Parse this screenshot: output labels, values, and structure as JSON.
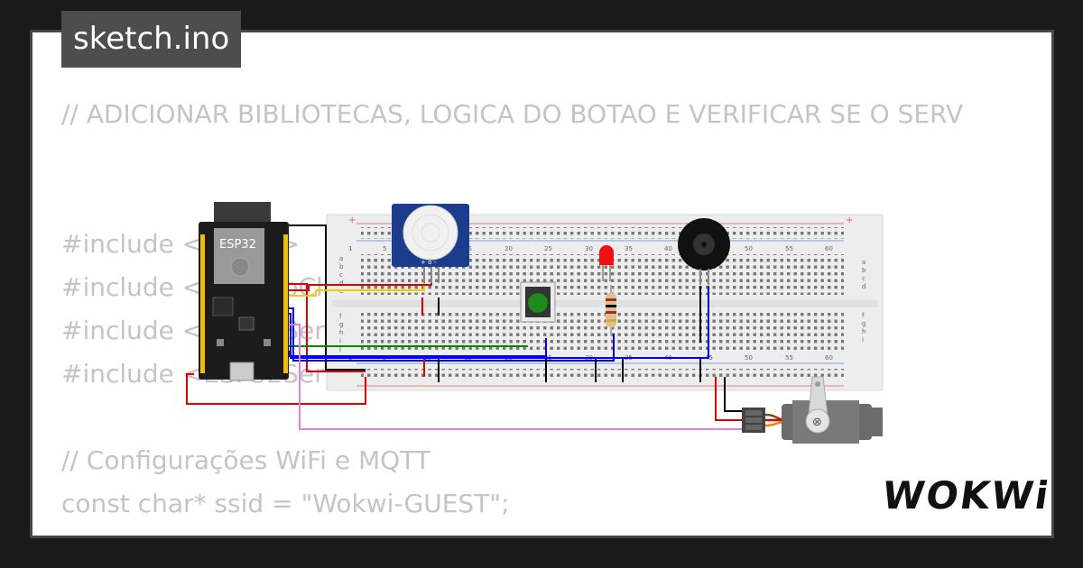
{
  "filename": "sketch.ino",
  "code_lines": [
    "// ADICIONAR BIBLIOTECAS, LOGICA DO BOTAO E VERIFICAR SE O SERV",
    "",
    "",
    "#include <WiFi.h>",
    "#include <PubSubClient.h>",
    "#include <ESP32Servo.h>",
    "#include <ESP32Servo.h>",
    "",
    "// Configurações WiFi e MQTT",
    "const char* ssid = \"Wokwi-GUEST\";",
    "const char* password = \"\";"
  ],
  "board": {
    "label": "ESP32"
  },
  "breadboard": {
    "column_numbers": [
      "1",
      "5",
      "10",
      "15",
      "20",
      "25",
      "30",
      "35",
      "40",
      "45",
      "50",
      "55",
      "60"
    ],
    "row_letters_top": [
      "a",
      "b",
      "c",
      "d",
      "e"
    ],
    "row_letters_bottom": [
      "f",
      "g",
      "h",
      "i",
      "j"
    ]
  },
  "logo": "WOKWi",
  "colors": {
    "wire_black": "#000000",
    "wire_red": "#e00000",
    "wire_blue": "#0000ee",
    "wire_green": "#008a00",
    "wire_yellow": "#f0d000",
    "wire_violet": "#e080e0",
    "board": "#1c1c1c",
    "button_cap": "#1c8a1c",
    "led": "#ee1111",
    "pir_dome": "#f1f1f1",
    "pir_board": "#1c3c8c"
  }
}
